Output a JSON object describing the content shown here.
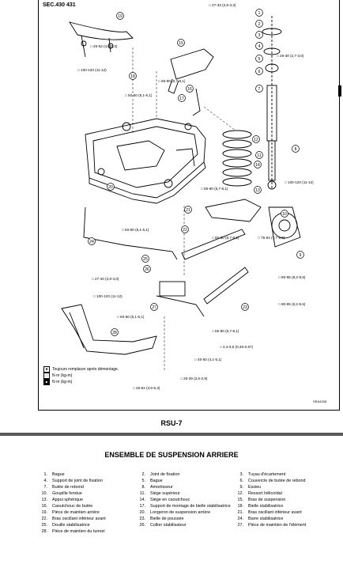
{
  "header": {
    "section": "SEC.430 431"
  },
  "diagram": {
    "callouts": [
      {
        "num": "1"
      },
      {
        "num": "2"
      },
      {
        "num": "3"
      },
      {
        "num": "4"
      },
      {
        "num": "5"
      },
      {
        "num": "6"
      },
      {
        "num": "7"
      },
      {
        "num": "8"
      },
      {
        "num": "9"
      },
      {
        "num": "10"
      },
      {
        "num": "11"
      },
      {
        "num": "12"
      },
      {
        "num": "13"
      },
      {
        "num": "14"
      },
      {
        "num": "15"
      },
      {
        "num": "16"
      },
      {
        "num": "17"
      },
      {
        "num": "18"
      },
      {
        "num": "19"
      },
      {
        "num": "20"
      },
      {
        "num": "21"
      },
      {
        "num": "22"
      },
      {
        "num": "23"
      },
      {
        "num": "24"
      },
      {
        "num": "25"
      },
      {
        "num": "26"
      },
      {
        "num": "27"
      },
      {
        "num": "28"
      }
    ],
    "torques": [
      "27-33 (2,8-3,3)",
      "45-52 (4,6-5,3)",
      "26-30 (2,7-3,0)",
      "100-120 (11-12)",
      "65-80 (6,7-8,1)",
      "50-60 (5,1-6,1)",
      "100-120 (11-12)",
      "65-80 (6,7-8,1)",
      "50-60 (5,1-6,1)",
      "65-80 (6,7-8,1)",
      "75-94 (7,7-9,5)",
      "80-95 (8,2-9,6)",
      "80-95 (8,2-9,6)",
      "27-40 (2,8-4,0)",
      "100-120 (11-12)",
      "50-60 (5,1-6,1)",
      "65-80 (6,7-8,1)",
      "4,4-6,6 (0,45-0,67)",
      "40-50 (4,1-5,1)",
      "25-29 (2,6-2,9)",
      "45-52 (4,6-5,3)"
    ],
    "legend": [
      {
        "label": "Toujours remplacer après démontage."
      },
      {
        "label": "N·m (kg-m)"
      },
      {
        "label": "N·m (kg-m)"
      }
    ],
    "figure_code": "SRA4208"
  },
  "figure_label": "RSU-7",
  "section_title": "ENSEMBLE DE SUSPENSION ARRIERE",
  "parts": [
    {
      "num": "1.",
      "name": "Bague"
    },
    {
      "num": "2.",
      "name": "Joint de fixation"
    },
    {
      "num": "3.",
      "name": "Tuyau d'écartement"
    },
    {
      "num": "4.",
      "name": "Support de joint de fixation"
    },
    {
      "num": "5.",
      "name": "Bague"
    },
    {
      "num": "6.",
      "name": "Couvercle de butée de rebond"
    },
    {
      "num": "7.",
      "name": "Butée de rebond"
    },
    {
      "num": "8.",
      "name": "Amortisseur"
    },
    {
      "num": "9.",
      "name": "Essieu"
    },
    {
      "num": "10.",
      "name": "Goupille fendue"
    },
    {
      "num": "11.",
      "name": "Siège supérieur"
    },
    {
      "num": "12.",
      "name": "Ressort hélicoïdal"
    },
    {
      "num": "13.",
      "name": "Appui sphérique"
    },
    {
      "num": "14.",
      "name": "Siège en caoutchouc"
    },
    {
      "num": "15.",
      "name": "Bras de suspension"
    },
    {
      "num": "16.",
      "name": "Caoutchouc de butée"
    },
    {
      "num": "17.",
      "name": "Support de montage de bielle stabilisatrice"
    },
    {
      "num": "18.",
      "name": "Bielle stabilisatrice"
    },
    {
      "num": "19.",
      "name": "Pièce de maintien arrière"
    },
    {
      "num": "20.",
      "name": "Longeron de suspension arrière"
    },
    {
      "num": "21.",
      "name": "Bras oscillant inférieur avant"
    },
    {
      "num": "22.",
      "name": "Bras oscillant inférieur avant"
    },
    {
      "num": "23.",
      "name": "Bielle de poussée"
    },
    {
      "num": "24.",
      "name": "Barre stabilisatrice"
    },
    {
      "num": "25.",
      "name": "Douille stabilisatrice"
    },
    {
      "num": "26.",
      "name": "Collier stabilisateur"
    },
    {
      "num": "27.",
      "name": "Pièce de maintien de l'élément"
    },
    {
      "num": "28.",
      "name": "Pièce de maintien du tunnel"
    }
  ]
}
